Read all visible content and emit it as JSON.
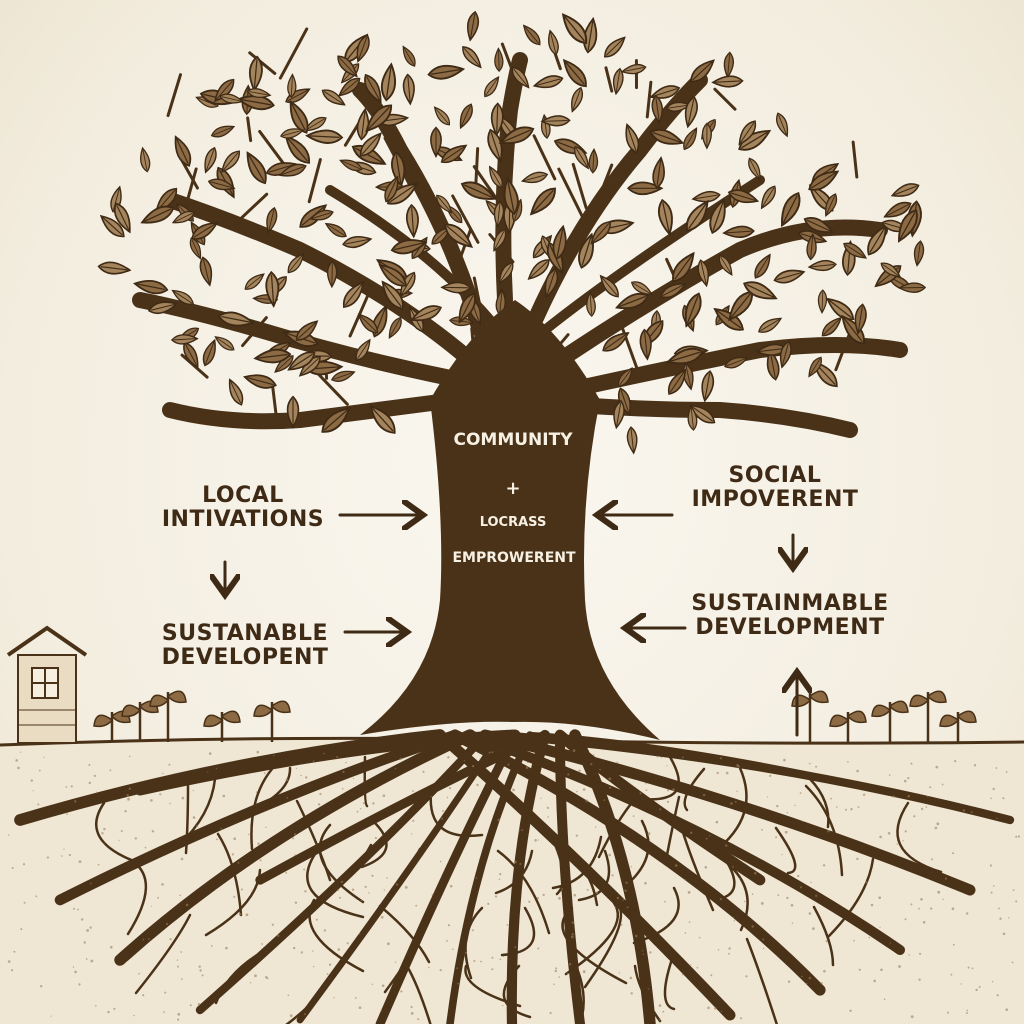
{
  "center": {
    "title": "COMMUNITY",
    "plus": "+",
    "line2": "LOCRASS",
    "line3": "EMPROWERENT"
  },
  "left": {
    "top_line1": "LOCAL",
    "top_line2": "INTIVATIONS",
    "bottom_line1": "SUSTANABLE",
    "bottom_line2": "DEVELOPENT"
  },
  "right": {
    "top_line1": "SOCIAL",
    "top_line2": "IMPOVERENT",
    "bottom_line1": "SUSTAINMABLE",
    "bottom_line2": "DEVELOPMENT"
  },
  "colors": {
    "ink": "#3e2a15",
    "trunk": "#4a3218",
    "leaf": "#8b6a44",
    "background": "#f4efe3"
  }
}
